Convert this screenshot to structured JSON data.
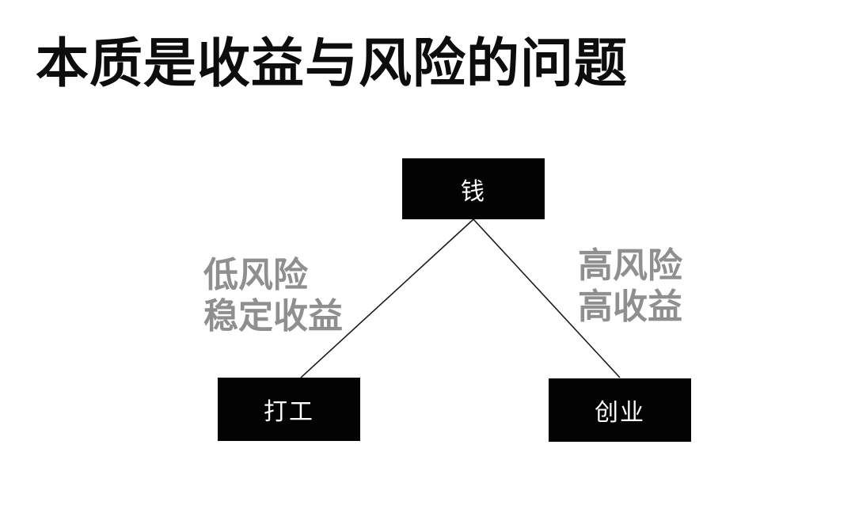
{
  "slide": {
    "title": "本质是收益与风险的问题"
  },
  "diagram": {
    "root_node": {
      "label": "钱"
    },
    "left_node": {
      "label": "打工"
    },
    "right_node": {
      "label": "创业"
    },
    "left_edge_label": {
      "line1": "低风险",
      "line2": "稳定收益"
    },
    "right_edge_label": {
      "line1": "高风险",
      "line2": "高收益"
    }
  },
  "colors": {
    "background": "#ffffff",
    "title_text": "#0d0d0d",
    "node_background": "#030303",
    "node_text": "#ffffff",
    "edge_label_text": "#8f8f8f",
    "edge_line": "#1a1a1a"
  }
}
